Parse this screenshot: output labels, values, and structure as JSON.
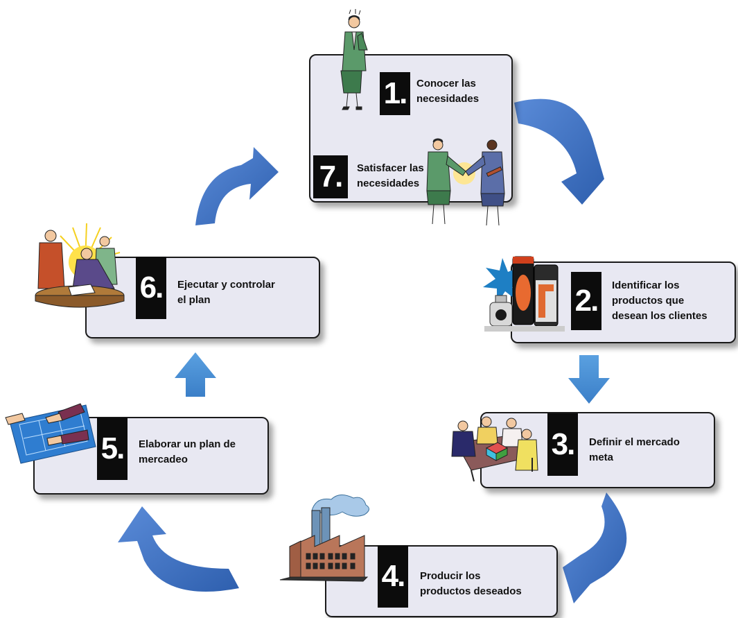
{
  "steps": [
    {
      "number": "1.",
      "text": "Conocer las\nnecesidades"
    },
    {
      "number": "2.",
      "text": "Identificar los\nproductos que\ndesean los clientes"
    },
    {
      "number": "3.",
      "text": "Definir el mercado\nmeta"
    },
    {
      "number": "4.",
      "text": "Producir los\nproductos deseados"
    },
    {
      "number": "5.",
      "text": "Elaborar un plan de\nmercadeo"
    },
    {
      "number": "6.",
      "text": "Ejecutar y controlar\nel plan"
    },
    {
      "number": "7.",
      "text": "Satisfacer las\nnecesidades"
    }
  ],
  "colors": {
    "box_fill": "#e8e8f2",
    "number_fill": "#0c0c0c",
    "arrow_blue": "#3a6fc0",
    "arrow_light_blue": "#4a90d6"
  },
  "icons": [
    "thinking-woman-icon",
    "handshake-icon",
    "spray-products-icon",
    "meeting-table-icon",
    "factory-icon",
    "blueprint-hands-icon",
    "business-meeting-icon"
  ]
}
